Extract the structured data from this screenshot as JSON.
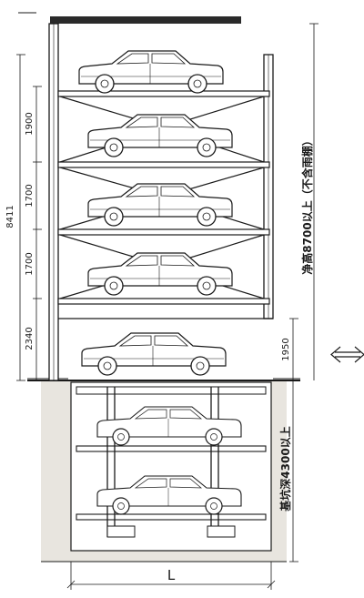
{
  "dimensions": {
    "total_height": "8411",
    "tier_1": "1900",
    "tier_2": "1700",
    "tier_3": "1700",
    "ground_tier": "2340",
    "ground_clearance": "1950",
    "width_symbol": "L"
  },
  "notes": {
    "clear_height": "净高8700以上（不含雨棚）",
    "pit_depth": "基坑深4300以上"
  },
  "colors": {
    "ink": "#1a1a1a",
    "pit": "#e8e5df",
    "paper": "#ffffff"
  },
  "icons": {
    "arrow": "double-arrow-icon"
  }
}
